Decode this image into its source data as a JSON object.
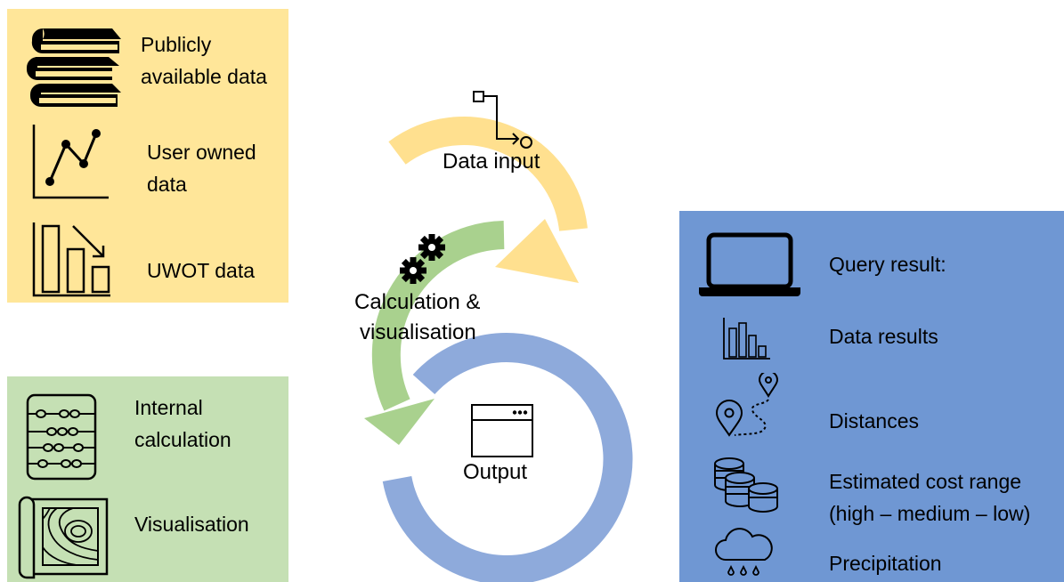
{
  "colors": {
    "input_panel": "#ffe699",
    "calc_panel": "#c5e0b4",
    "output_panel": "#6f97d3",
    "input_arrow": "#ffe08f",
    "calc_arrow": "#a9d18e",
    "output_ring": "#8eaadb"
  },
  "input_sources": [
    {
      "icon": "books-icon",
      "label_line1": "Publicly",
      "label_line2": "available data"
    },
    {
      "icon": "line-chart-icon",
      "label_line1": "User owned",
      "label_line2": "data"
    },
    {
      "icon": "bar-chart-decrease-icon",
      "label": "UWOT data"
    }
  ],
  "calculations": [
    {
      "icon": "abacus-icon",
      "label_line1": "Internal",
      "label_line2": "calculation"
    },
    {
      "icon": "map-icon",
      "label": "Visualisation"
    }
  ],
  "cycle": {
    "data_input": "Data input",
    "calc_line1": "Calculation &",
    "calc_line2": "visualisation",
    "output": "Output"
  },
  "results": [
    {
      "icon": "laptop-icon",
      "label": "Query result:"
    },
    {
      "icon": "bar-chart-icon",
      "label": "Data results"
    },
    {
      "icon": "route-icon",
      "label": "Distances"
    },
    {
      "icon": "coins-icon",
      "label_line1": "Estimated cost range",
      "label_line2": "(high – medium – low)"
    },
    {
      "icon": "rain-cloud-icon",
      "label": "Precipitation"
    }
  ]
}
